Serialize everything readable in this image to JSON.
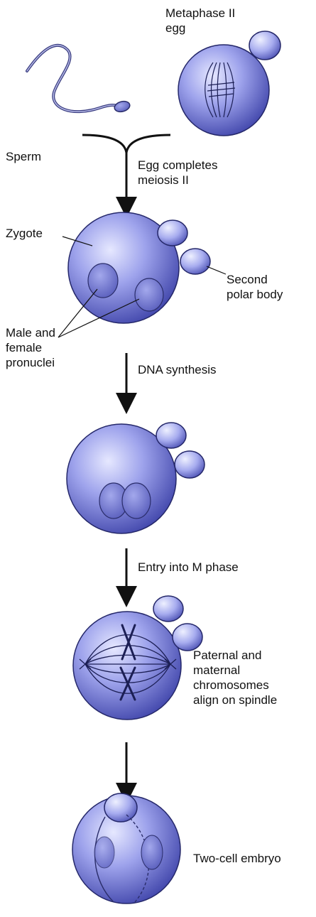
{
  "labels": {
    "metaphase_egg": [
      "Metaphase II",
      "egg"
    ],
    "sperm": "Sperm",
    "egg_completes": [
      "Egg completes",
      "meiosis II"
    ],
    "zygote": "Zygote",
    "second_polar_body": [
      "Second",
      "polar body"
    ],
    "pronuclei": [
      "Male and",
      "female",
      "pronuclei"
    ],
    "dna_synthesis": "DNA synthesis",
    "entry_m_phase": "Entry into M phase",
    "chromosomes_align": [
      "Paternal and",
      "maternal",
      "chromosomes",
      "align on spindle"
    ],
    "two_cell": "Two-cell embryo"
  },
  "colors": {
    "cell_light": "#d8daf8",
    "cell_mid": "#8f95e6",
    "cell_dark": "#3f44a8",
    "outline": "#25286a",
    "arrow": "#111111"
  }
}
